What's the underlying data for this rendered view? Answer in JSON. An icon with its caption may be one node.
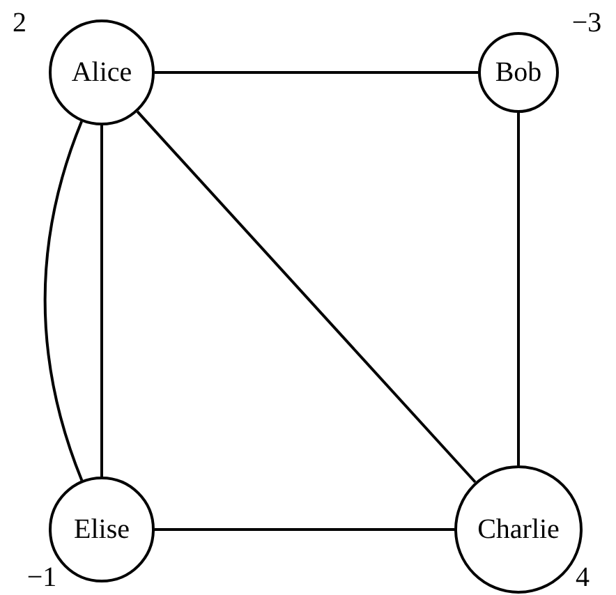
{
  "diagram": {
    "nodes": [
      {
        "text": [
          "Alice"
        ],
        "beside": [
          "2"
        ]
      },
      {
        "text": [
          "Bob"
        ],
        "beside": [
          "−3"
        ]
      },
      {
        "text": [
          "Elise"
        ],
        "beside": [
          "−1"
        ]
      },
      {
        "text": [
          "Charlie"
        ],
        "beside": [
          "4"
        ]
      }
    ],
    "edges": [
      {
        "from": 0,
        "to": 1,
        "arrow": "none"
      },
      {
        "from": 0,
        "to": 2,
        "arrow": "none"
      },
      {
        "from": 0,
        "to": 2,
        "arrow": "none"
      },
      {
        "from": 0,
        "to": 3,
        "arrow": "none"
      },
      {
        "from": 1,
        "to": 3,
        "arrow": "none"
      },
      {
        "from": 2,
        "to": 3,
        "arrow": "none"
      }
    ]
  }
}
